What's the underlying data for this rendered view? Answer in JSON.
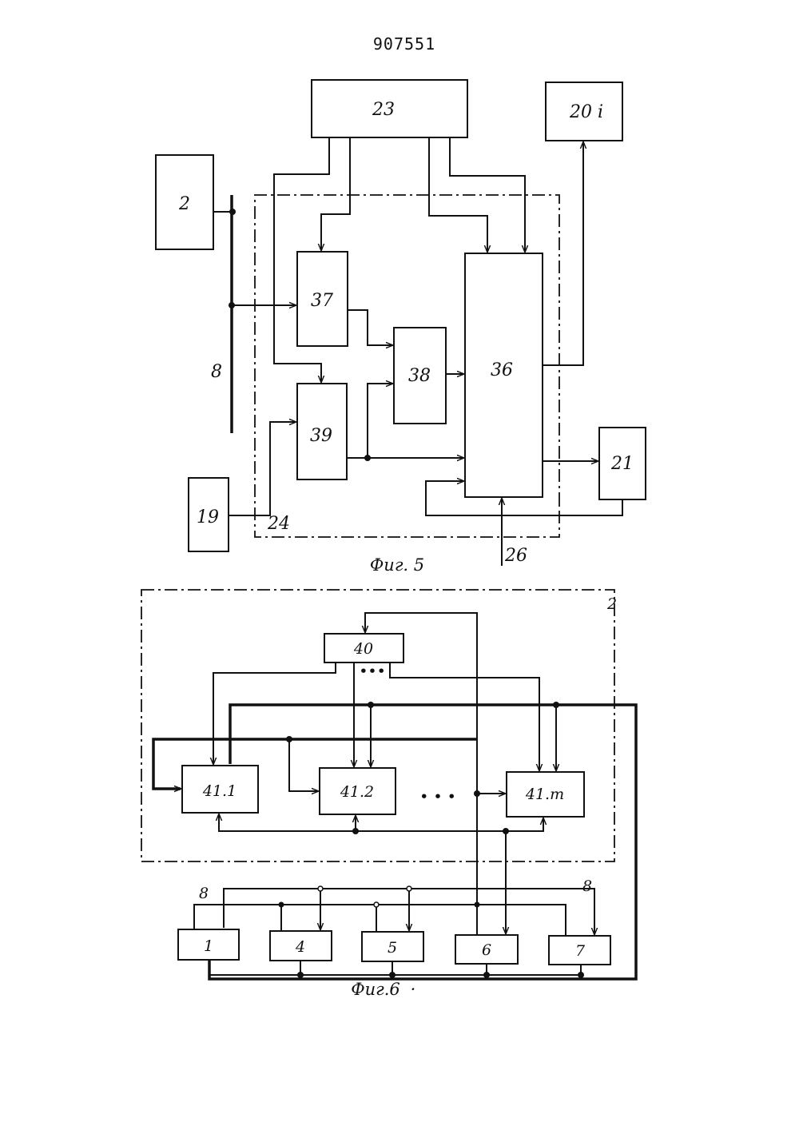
{
  "doc_number": "907551",
  "fig5": {
    "caption": "Фиг. 5",
    "blocks": {
      "b23": "23",
      "b20i": "20 i",
      "b2": "2",
      "b37": "37",
      "b38": "38",
      "b36": "36",
      "b39": "39",
      "b21": "21",
      "b19": "19"
    },
    "labels": {
      "bus": "8",
      "line24": "24",
      "line26": "26"
    }
  },
  "fig6": {
    "caption": "Фиг.6",
    "dot_after_caption": "·",
    "group_label": "2",
    "blocks": {
      "b40": "40",
      "b41_1": "41.1",
      "b41_2": "41.2",
      "b41_m": "41.m",
      "b1": "1",
      "b4": "4",
      "b5": "5",
      "b6": "6",
      "b7": "7"
    },
    "ellipsis_top": "•••",
    "ellipsis_mid": "• • •",
    "labels": {
      "bus_left": "8",
      "bus_right": "8"
    }
  }
}
